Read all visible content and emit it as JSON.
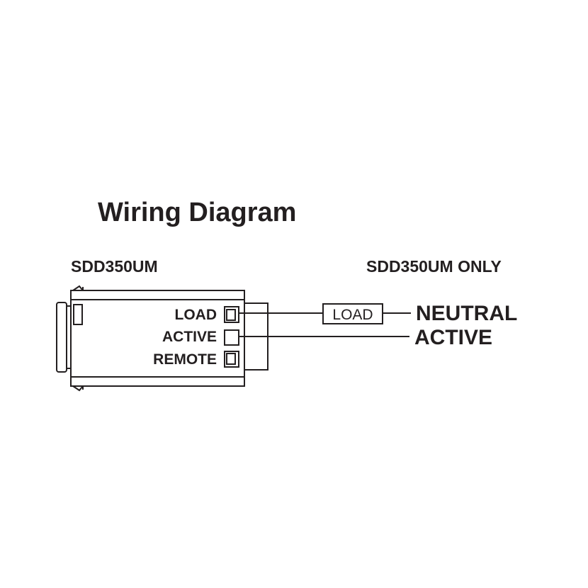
{
  "title": "Wiring Diagram",
  "left_model": "SDD350UM",
  "right_model": "SDD350UM ONLY",
  "terminals": [
    "LOAD",
    "ACTIVE",
    "REMOTE"
  ],
  "load_box": "LOAD",
  "wires": [
    "NEUTRAL",
    "ACTIVE"
  ]
}
